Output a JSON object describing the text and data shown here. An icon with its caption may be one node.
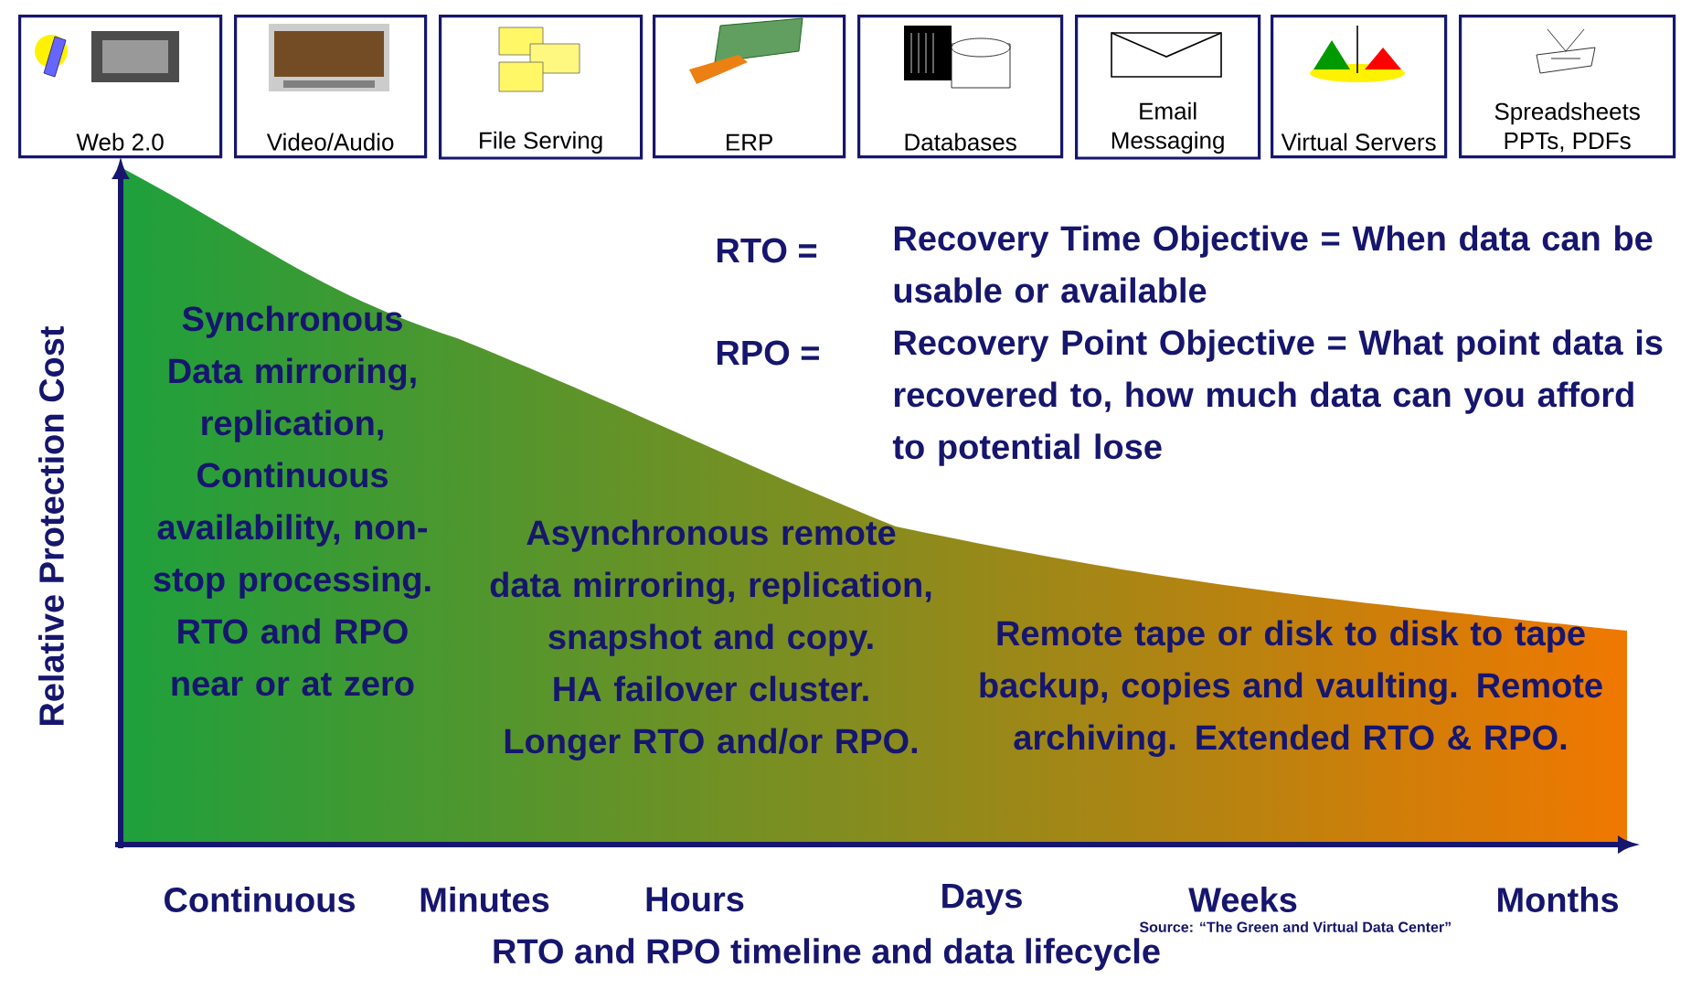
{
  "diagram": {
    "nodes": [
      {
        "text": [
          "Web 2.0"
        ]
      },
      {
        "text": [
          "Video/Audio"
        ]
      },
      {
        "text": [
          "File Serving"
        ]
      },
      {
        "text": [
          "ERP"
        ]
      },
      {
        "text": [
          "Databases"
        ]
      },
      {
        "text": [
          "Email Messaging"
        ]
      },
      {
        "text": [
          "Virtual Servers"
        ]
      },
      {
        "text": [
          "Spreadsheets PPTs, PDFs"
        ]
      }
    ],
    "labels": [
      "RTO =",
      "Recovery Time Objective = When data can be usable or available",
      "RPO =",
      "Recovery Point Objective = What point data is recovered to, how much data can you afford to potential lose",
      "Synchronous Data mirroring, replication, Continuous availability, non-stop processing. RTO and RPO near or at zero",
      "Asynchronous remote data mirroring, replication, snapshot and copy. HA failover cluster. Longer RTO and/or RPO.",
      "Remote tape or disk to disk to tape backup, copies and vaulting. Remote archiving. Extended RTO & RPO.",
      "Relative Protection Cost",
      "Continuous",
      "Minutes",
      "Hours",
      "Days",
      "Weeks",
      "Months",
      "Source: “The Green and Virtual Data Center”",
      "RTO and RPO timeline and data lifecycle"
    ]
  }
}
